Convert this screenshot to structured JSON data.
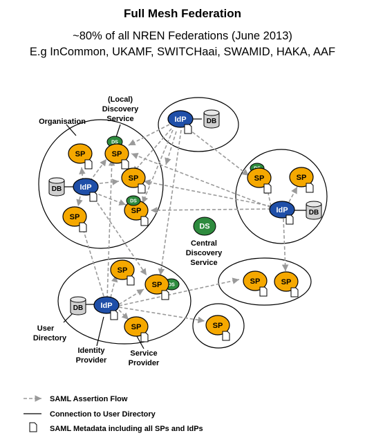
{
  "title": "Full Mesh Federation",
  "subtitle_line1": "~80% of all NREN Federations (June 2013)",
  "subtitle_line2": "E.g InCommon, UKAMF, SWITCHaai, SWAMID, HAKA, AAF",
  "node_labels": {
    "sp": "SP",
    "idp": "IdP",
    "db": "DB",
    "ds": "DS"
  },
  "annotations": {
    "local_ds_line1": "(Local)",
    "local_ds_line2": "Discovery",
    "local_ds_line3": "Service",
    "organisation": "Organisation",
    "central_ds_line1": "Central",
    "central_ds_line2": "Discovery",
    "central_ds_line3": "Service",
    "user_dir_line1": "User",
    "user_dir_line2": "Directory",
    "idp_line1": "Identity",
    "idp_line2": "Provider",
    "sp_line1": "Service",
    "sp_line2": "Provider"
  },
  "legend": {
    "saml_flow": "SAML Assertion Flow",
    "user_dir": "Connection to  User Directory",
    "metadata": "SAML Metadata including all SPs and IdPs"
  },
  "colors": {
    "sp_fill": "#f5a800",
    "idp_fill": "#1f4fa8",
    "ds_fill": "#2e8b3e",
    "db_fill": "#d0d0d0",
    "arrow": "#9a9a9a"
  }
}
